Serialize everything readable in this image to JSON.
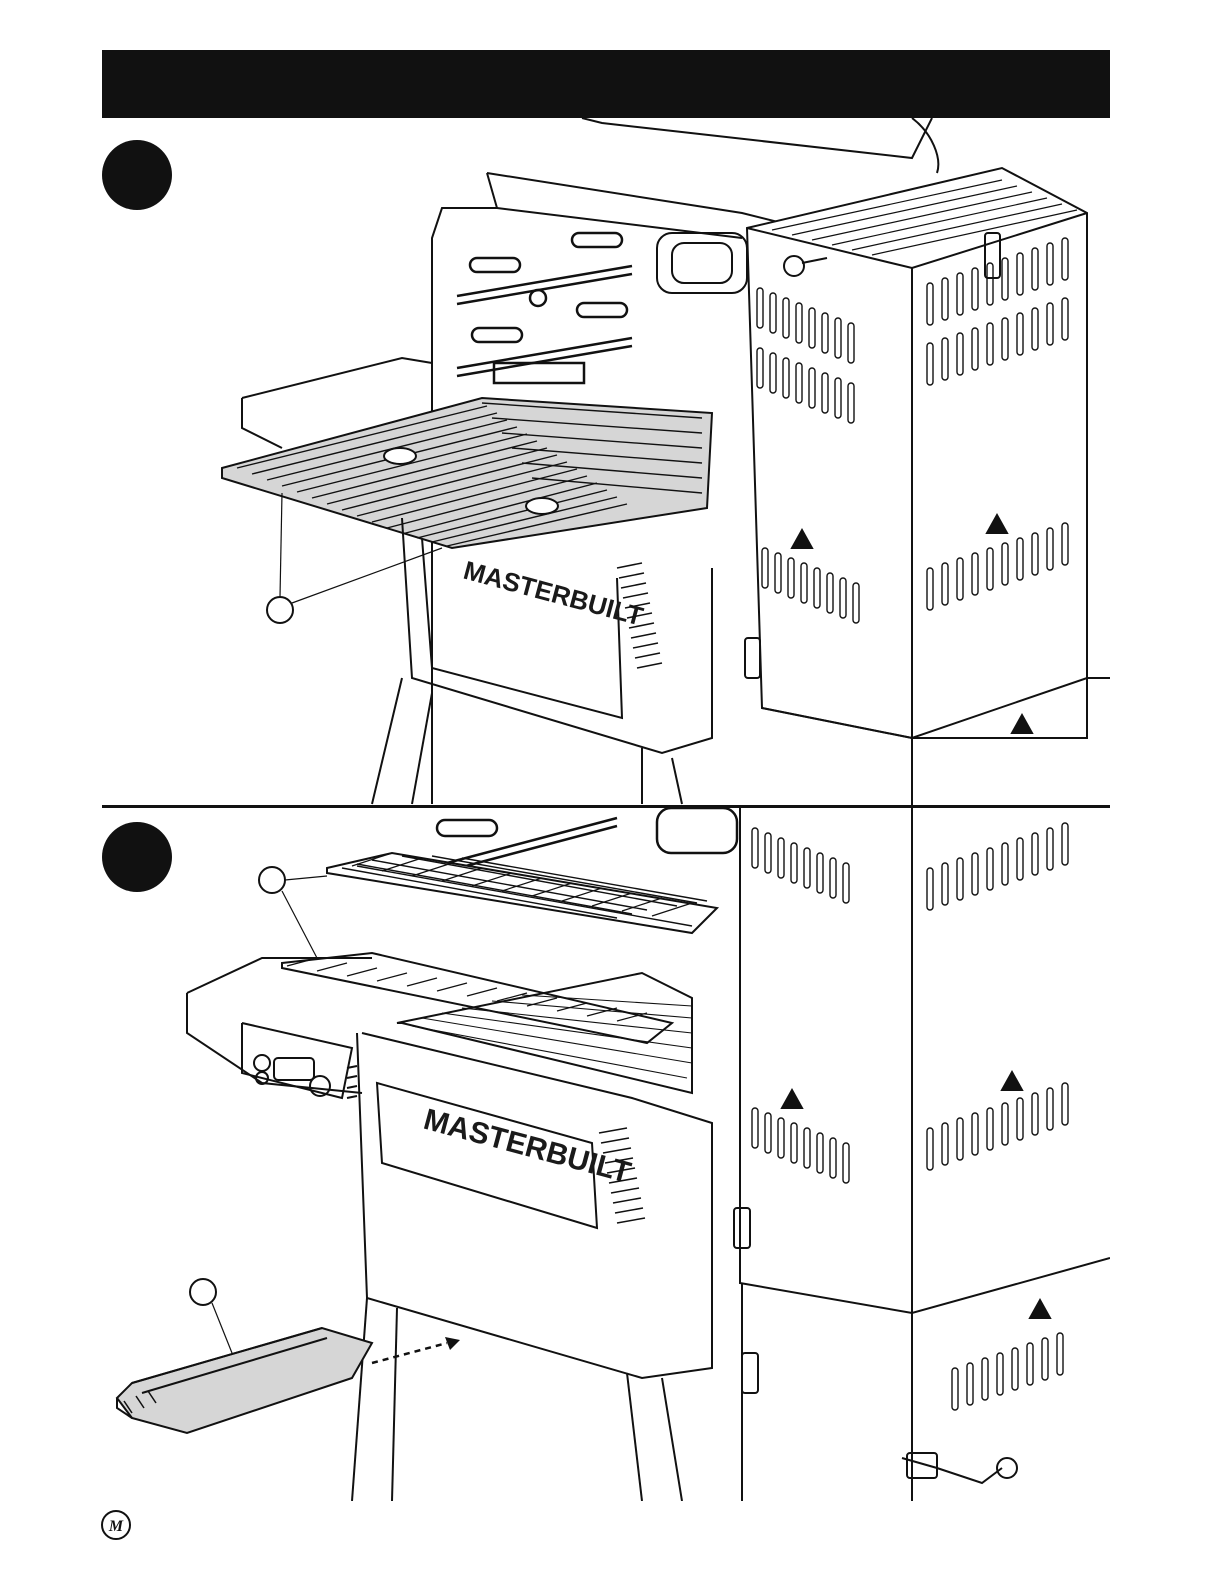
{
  "header": {
    "title": ""
  },
  "steps": [
    {
      "number": "",
      "callout": ""
    },
    {
      "number": "",
      "callouts": [
        "",
        ""
      ]
    }
  ],
  "illustration": {
    "brand_top": "MASTERBUILT",
    "brand_bottom": "MASTERBUILT"
  },
  "footer": {
    "logo_letter": "M"
  },
  "colors": {
    "ink": "#111111",
    "shade": "#d6d6d6",
    "paper": "#ffffff"
  }
}
